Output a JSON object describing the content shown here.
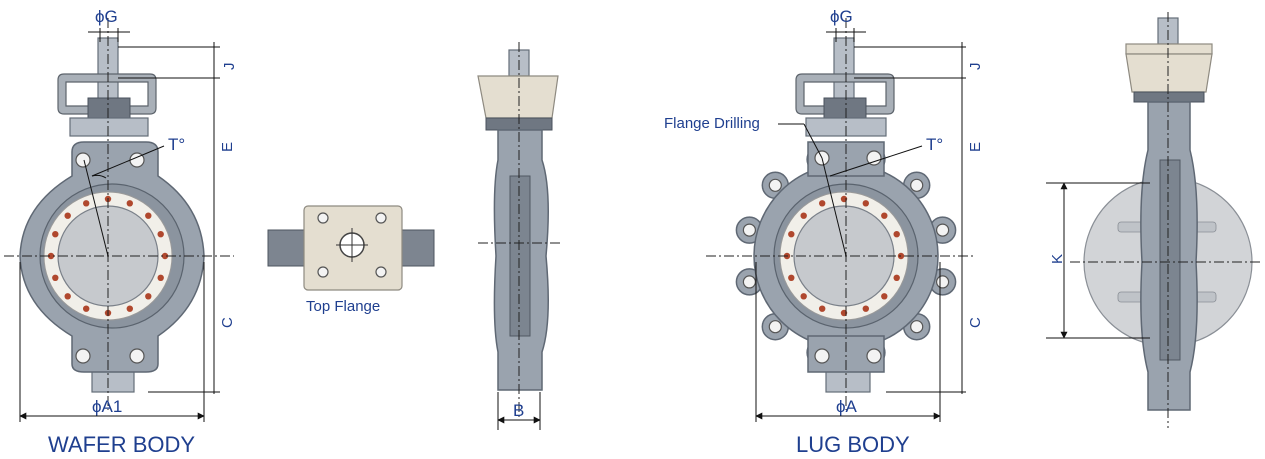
{
  "labels": {
    "phiG_left": "ϕG",
    "phiG_right": "ϕG",
    "J_left": "J",
    "J_right": "J",
    "E_left": "E",
    "E_right": "E",
    "C_left": "C",
    "C_right": "C",
    "T_left": "T°",
    "T_right": "T°",
    "phiA1": "ϕA1",
    "phiA": "ϕA",
    "B": "B",
    "K": "K",
    "flange_drilling": "Flange Drilling",
    "top_flange": "Top Flange"
  },
  "captions": {
    "wafer": "WAFER BODY",
    "lug": "LUG BODY"
  },
  "colors": {
    "dimension_text": "#1f3f8f",
    "body_gray": "#9aa3ae",
    "seat_cream": "#f1efe9",
    "bolt_hole_red": "#b0482e",
    "actuator_cream": "#e4ded0"
  }
}
